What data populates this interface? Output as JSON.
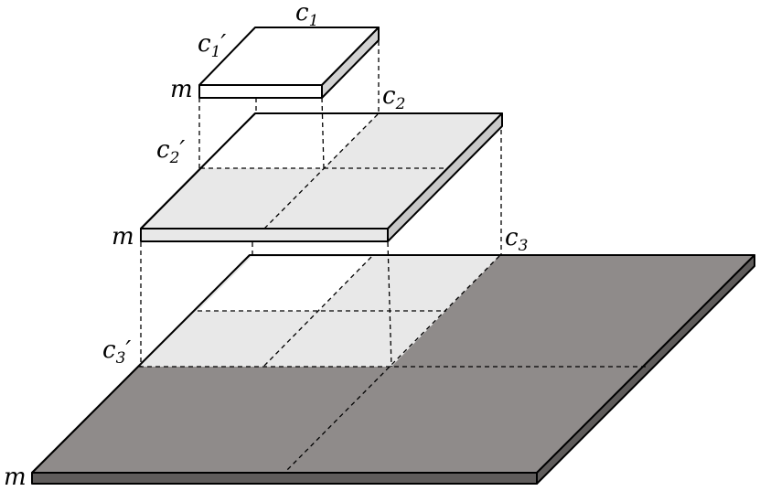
{
  "labels": {
    "c1": {
      "base": "c",
      "sub": "1",
      "prime": ""
    },
    "c1p": {
      "base": "c",
      "sub": "1",
      "prime": "′"
    },
    "m_top": "m",
    "c2": {
      "base": "c",
      "sub": "2",
      "prime": ""
    },
    "c2p": {
      "base": "c",
      "sub": "2",
      "prime": "′"
    },
    "m_mid": "m",
    "c3": {
      "base": "c",
      "sub": "3",
      "prime": ""
    },
    "c3p": {
      "base": "c",
      "sub": "3",
      "prime": "′"
    },
    "m_bot": "m"
  },
  "colors": {
    "slab_top": "#ffffff",
    "slab_mid": "#e8e8e8",
    "slab_mid_side": "#c8c8c8",
    "slab_bot": "#8f8b8a",
    "slab_bot_side": "#5f5c5b",
    "highlight": "#e8e8e8"
  }
}
